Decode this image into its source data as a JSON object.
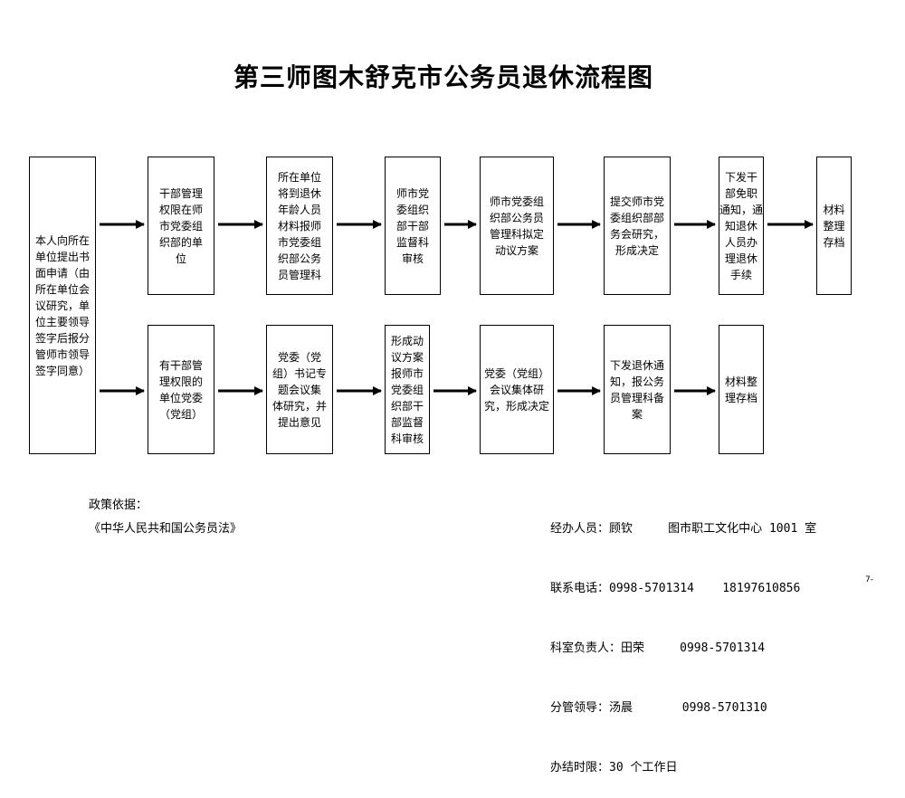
{
  "title": "第三师图木舒克市公务员退休流程图",
  "start_box": "本人向所在\n单位提出书\n面申请（由\n所在单位会\n议研究，单\n位主要领导\n签字后报分\n管师市领导\n签字同意）",
  "row1": [
    "干部管理\n权限在师\n市党委组\n织部的单\n位",
    "所在单位\n将到退休\n年龄人员\n材料报师\n市党委组\n织部公务\n员管理科",
    "师市党\n委组织\n部干部\n监督科\n审核",
    "师市党委组\n织部公务员\n管理科拟定\n动议方案",
    "提交师市党\n委组织部部\n务会研究，\n形成决定",
    "下发干\n部免职\n通知，通\n知退休\n人员办\n理退休\n手续",
    "材料\n整理\n存档"
  ],
  "row2": [
    "有干部管\n理权限的\n单位党委\n（党组）",
    "党委（党\n组）书记专\n题会议集\n体研究，并\n提出意见",
    "形成动\n议方案\n报师市\n党委组\n织部干\n部监督\n科审核",
    "党委（党组）\n会议集体研\n究，形成决定",
    "下发退休通\n知，报公务\n员管理科备\n案",
    "材料整\n理存档"
  ],
  "policy": {
    "label": "政策依据：",
    "law": "《中华人民共和国公务员法》"
  },
  "contact": {
    "handler": "经办人员：顾钦     图市职工文化中心 1001 室",
    "phone": "联系电话：0998-5701314    18197610856",
    "section_head": "科室负责人：田荣     0998-5701314",
    "leader": "分管领导：汤晨       0998-5701310",
    "time_limit": "办结时限：30 个工作日"
  },
  "page_number": "7-"
}
